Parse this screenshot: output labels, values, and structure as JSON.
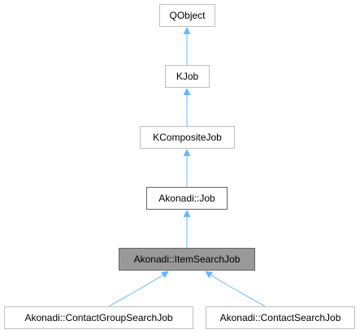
{
  "diagram": {
    "nodes": {
      "qobject": "QObject",
      "kjob": "KJob",
      "kcompositejob": "KCompositeJob",
      "akonadi_job": "Akonadi::Job",
      "itemsearchjob": "Akonadi::ItemSearchJob",
      "contactgroupsearchjob": "Akonadi::ContactGroupSearchJob",
      "contactsearchjob": "Akonadi::ContactSearchJob"
    },
    "edge_color": "#63b8ff",
    "current_fill": "#999999"
  }
}
